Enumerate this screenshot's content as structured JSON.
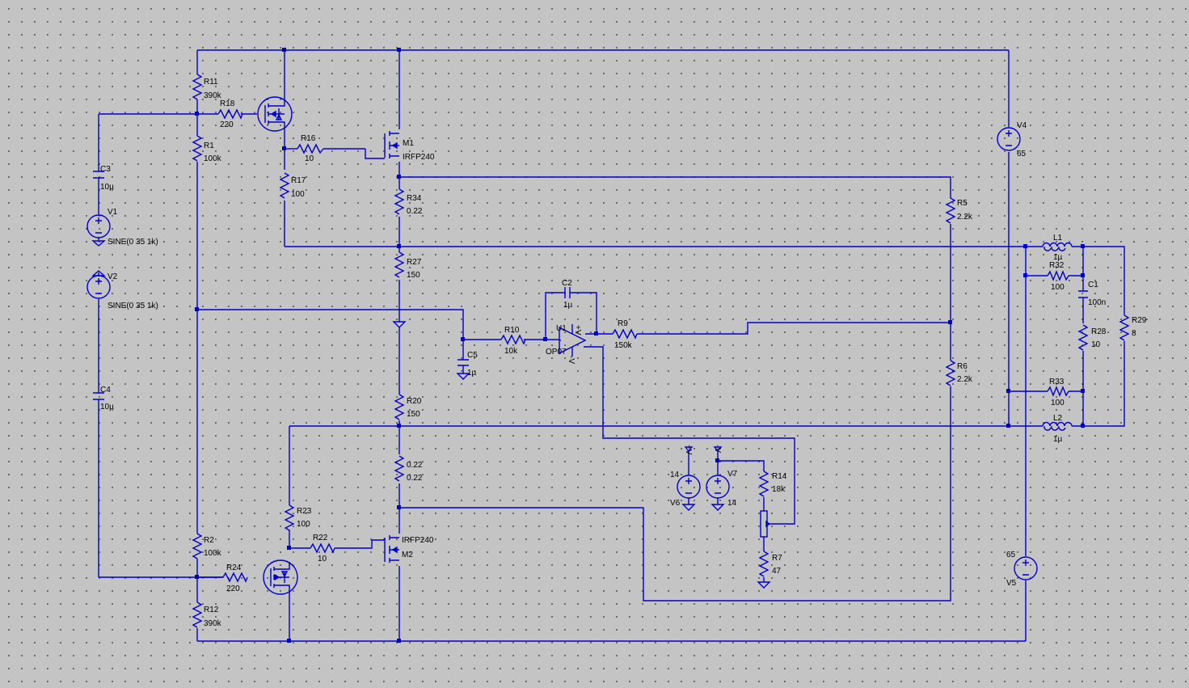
{
  "labels": {
    "R11": "R11",
    "R11_val": "390k",
    "R18": "R18",
    "R18_val": "220",
    "R1": "R1",
    "R1_val": "100k",
    "R16": "R16",
    "R16_val": "10",
    "R17": "R17",
    "R17_val": "100",
    "M1": "M1",
    "M1_val": "IRFP240",
    "R34": "R34",
    "R34_val": "0.22",
    "R27": "R27",
    "R27_val": "150",
    "R20": "R20",
    "R20_val": "150",
    "R022": "0.22",
    "R022_val": "0.22",
    "R23": "R23",
    "R23_val": "100",
    "R22": "R22",
    "R22_val": "10",
    "M2": "M2",
    "M2_val": "IRFP240",
    "R2": "R2",
    "R2_val": "100k",
    "R24": "R24",
    "R24_val": "220",
    "R12": "R12",
    "R12_val": "390k",
    "C3": "C3",
    "C3_val": "10µ",
    "V1": "V1",
    "V1_val": "SINE(0 35 1k)",
    "V2": "V2",
    "V2_val": "SINE(0 35 1k)",
    "C4": "C4",
    "C4_val": "10µ",
    "C5": "C5",
    "C5_val": "1µ",
    "R10": "R10",
    "R10_val": "10k",
    "C2": "C2",
    "C2_val": "1µ",
    "U1": "U1",
    "U1_val": "OP07",
    "R9": "R9",
    "R9_val": "150k",
    "R5": "R5",
    "R5_val": "2.2k",
    "R6": "R6",
    "R6_val": "2.2k",
    "V4": "V4",
    "V4_val": "65",
    "V5": "V5",
    "V5_val": "65",
    "L1": "L1",
    "L1_val": "1µ",
    "L2": "L2",
    "L2_val": "1µ",
    "R32": "R32",
    "R32_val": "100",
    "R33": "R33",
    "R33_val": "100",
    "C1": "C1",
    "C1_val": "100n",
    "R28": "R28",
    "R28_val": "10",
    "R29": "R29",
    "R29_val": "8",
    "V6": "V6",
    "V6_val": "14",
    "V7": "V7",
    "V7_val": "14",
    "R14": "R14",
    "R14_val": "18k",
    "R7": "R7",
    "R7_val": "47",
    "netPlusV": "+V",
    "netMinusV": "-V",
    "opPlusV": "+V",
    "opMinusV": "-V"
  },
  "colors": {
    "wire": "#0000cc",
    "background": "#c4c4c4",
    "grid_dot": "#545454",
    "text": "#000000"
  }
}
